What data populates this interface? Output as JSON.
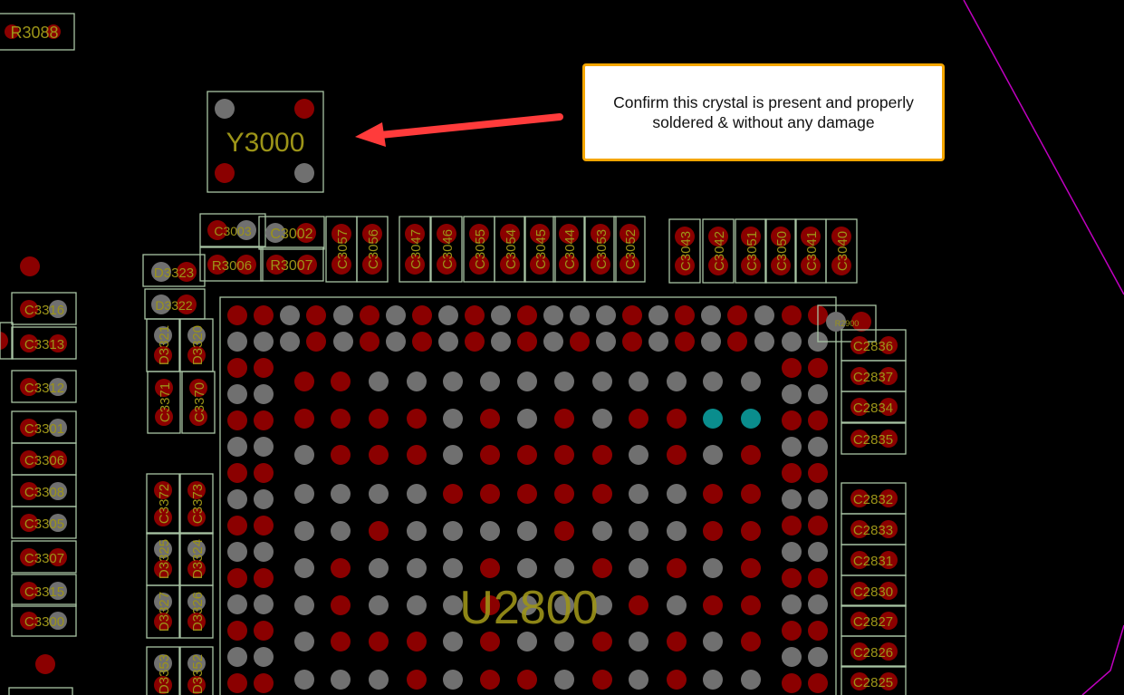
{
  "colors": {
    "background": "#000000",
    "outline": "#a8c4a4",
    "pad_red": "#8b0000",
    "pad_gray": "#707070",
    "pad_teal": "#0a8d8d",
    "label": "#9c9418",
    "board_edge": "#c000c0",
    "arrow": "#ff3b3b",
    "callout_border": "#f5a600"
  },
  "callout": {
    "text_line1": "Confirm this crystal is present and properly",
    "text_line2": "soldered & without any damage"
  },
  "components": {
    "R3088": "R3088",
    "Y3000": "Y3000",
    "U2800": "U2800",
    "C3003": "C3003",
    "C3002": "C3002",
    "R3006": "R3006",
    "R3007": "R3007",
    "vertical_row_a": [
      "C3057",
      "C3056",
      "C3047",
      "C3046",
      "C3055",
      "C3054",
      "C3045",
      "C3044",
      "C3053",
      "C3052"
    ],
    "vertical_row_b": [
      "C3043",
      "C3042",
      "C3051",
      "C3050",
      "C3041",
      "C3040"
    ],
    "D3323": "D3323",
    "D3322": "D3322",
    "left_column": [
      "C3316",
      "C3313",
      "C3312",
      "C3301",
      "C3306",
      "C3308",
      "C3305",
      "C3307",
      "C3315",
      "C3300"
    ],
    "mid_vertical": [
      "D3321",
      "D3320",
      "C3371",
      "C3370",
      "C3372",
      "C3373",
      "D3325",
      "D3324",
      "D3327",
      "D3326",
      "D3353",
      "D3352"
    ],
    "R2900": "R2900",
    "right_column_top": [
      "C2836",
      "C2837",
      "C2834",
      "C2835"
    ],
    "right_column_bottom": [
      "C2832",
      "C2833",
      "C2831",
      "C2830",
      "C2827",
      "C2826",
      "C2825"
    ]
  },
  "icons": {
    "arrow": "red-arrow-icon"
  }
}
